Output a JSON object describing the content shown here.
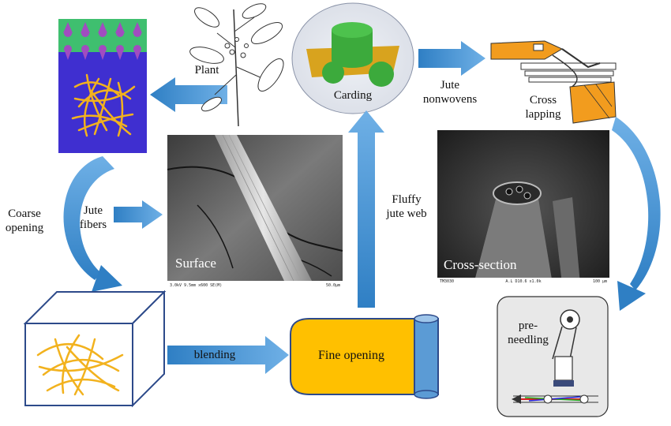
{
  "labels": {
    "plant": "Plant",
    "carding": "Carding",
    "jute_nonwovens_line1": "Jute",
    "jute_nonwovens_line2": "nonwovens",
    "cross_lapping_line1": "Cross",
    "cross_lapping_line2": "lapping",
    "coarse_opening_line1": "Coarse",
    "coarse_opening_line2": "opening",
    "jute_fibers_line1": "Jute",
    "jute_fibers_line2": "fibers",
    "fluffy_jute_web_line1": "Fluffy",
    "fluffy_jute_web_line2": "jute web",
    "blending": "blending",
    "fine_opening": "Fine opening",
    "pre_needling_line1": "pre-",
    "pre_needling_line2": "needling"
  },
  "micrographs": {
    "surface": {
      "caption": "Surface",
      "footer_left": "3.0kV 9.5mm x600 SE(M)",
      "footer_right": "50.0μm"
    },
    "cross_section": {
      "caption": "Cross-section",
      "footer_left": "TM3030",
      "footer_mid": "A.L  D10.6 x1.0k",
      "footer_right": "100 μm"
    }
  },
  "colors": {
    "arrow_blue": "#3d8ecf",
    "fine_opening_fill": "#ffc000",
    "fiber_yellow": "#f2b21e",
    "layer_purple": "#3f2fd0",
    "layer_green": "#3fbf6f",
    "spike_purple": "#a14cc0",
    "carding_green": "#3caa3c",
    "carding_gold": "#d8a31e",
    "lapping_orange": "#f29c1e",
    "roll_blue": "#5b9bd5"
  }
}
